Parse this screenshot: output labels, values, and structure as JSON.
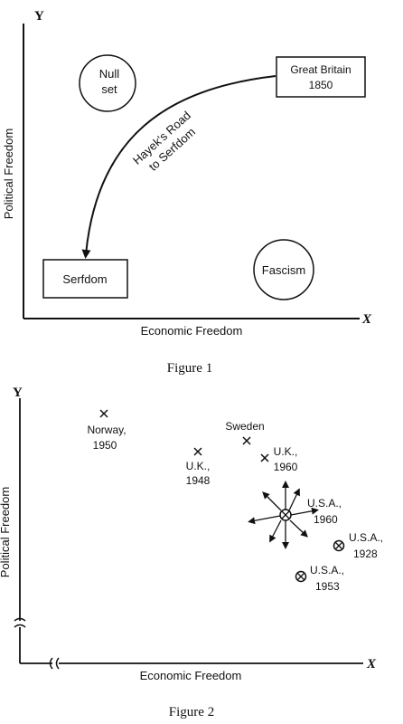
{
  "figure1": {
    "y_axis": "Y",
    "x_axis": "X",
    "ylabel": "Political Freedom",
    "xlabel": "Economic Freedom",
    "null_set": [
      "Null",
      "set"
    ],
    "great_britain": [
      "Great Britain",
      "1850"
    ],
    "road": [
      "Hayek's Road",
      "to Serfdom"
    ],
    "serfdom": "Serfdom",
    "fascism": "Fascism",
    "caption": "Figure 1"
  },
  "figure2": {
    "y_axis": "Y",
    "x_axis": "X",
    "ylabel": "Political Freedom",
    "xlabel": "Economic Freedom",
    "points": [
      {
        "name": "norway-1950",
        "lines": [
          "Norway,",
          "1950"
        ],
        "marker": "x"
      },
      {
        "name": "sweden",
        "lines": [
          "Sweden"
        ],
        "marker": "x"
      },
      {
        "name": "uk-1948",
        "lines": [
          "U.K.,",
          "1948"
        ],
        "marker": "x"
      },
      {
        "name": "uk-1960",
        "lines": [
          "U.K.,",
          "1960"
        ],
        "marker": "x"
      },
      {
        "name": "usa-1960",
        "lines": [
          "U.S.A.,",
          "1960"
        ],
        "marker": "circle-x"
      },
      {
        "name": "usa-1928",
        "lines": [
          "U.S.A.,",
          "1928"
        ],
        "marker": "circle-x"
      },
      {
        "name": "usa-1953",
        "lines": [
          "U.S.A.,",
          "1953"
        ],
        "marker": "circle-x"
      }
    ],
    "caption": "Figure 2"
  }
}
